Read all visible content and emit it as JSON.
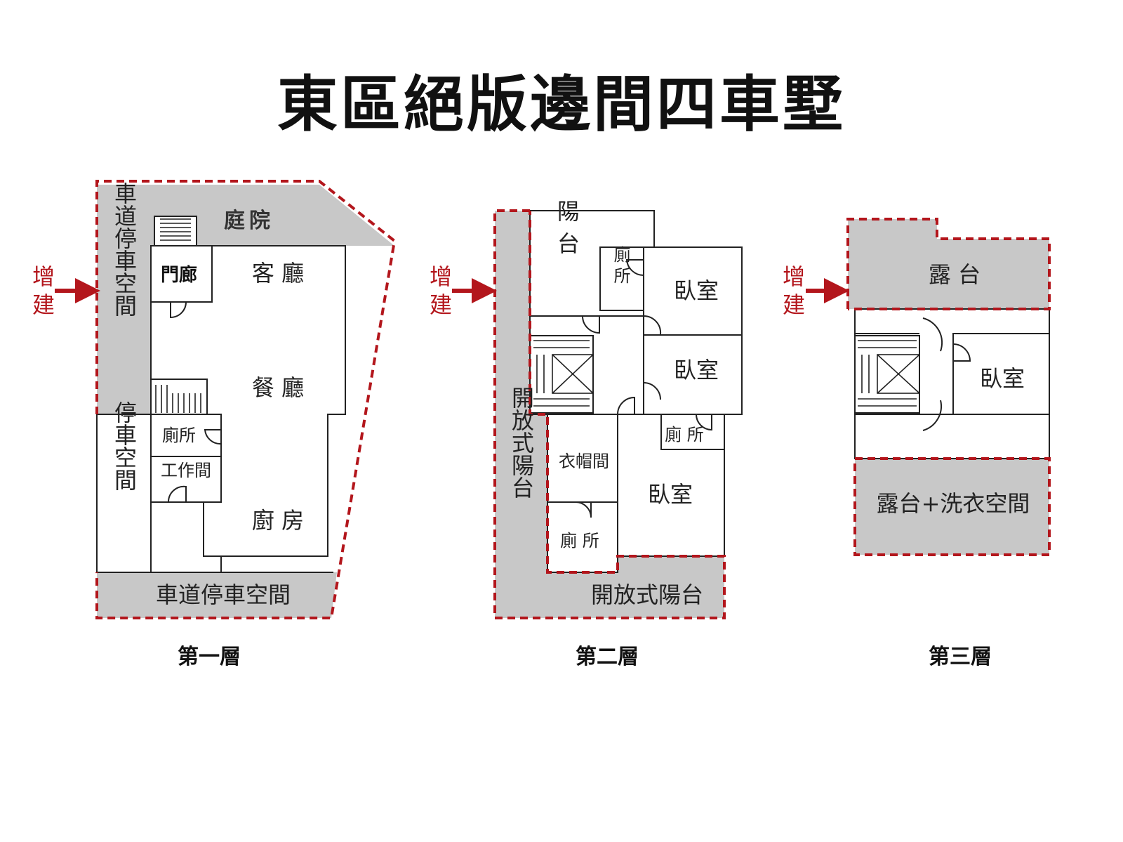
{
  "title": "東區絕版邊間四車墅",
  "addition_label": [
    "增",
    "建"
  ],
  "colors": {
    "addition": "#b3161c",
    "shade": "#c8c8c8"
  },
  "floor1": {
    "name": "第一層",
    "courtyard": "庭院",
    "driveway_side": "車道停車空間",
    "porch": "門廊",
    "living": "客 廳",
    "dining": "餐 廳",
    "toilet": "廁所",
    "workroom": "工作間",
    "parking": "停車空間",
    "kitchen": "廚 房",
    "driveway_bottom": "車道停車空間"
  },
  "floor2": {
    "name": "第二層",
    "balcony": "陽台",
    "toilet_top": "廁所",
    "bedroom1": "臥室",
    "bedroom2": "臥室",
    "toilet_mid": "廁 所",
    "open_balcony_side": "開放式陽台",
    "closet": "衣帽間",
    "bedroom3": "臥室",
    "toilet_bottom": "廁 所",
    "open_balcony_bottom": "開放式陽台"
  },
  "floor3": {
    "name": "第三層",
    "terrace": "露 台",
    "bedroom": "臥室",
    "terrace_laundry": "露台+洗衣空間"
  }
}
